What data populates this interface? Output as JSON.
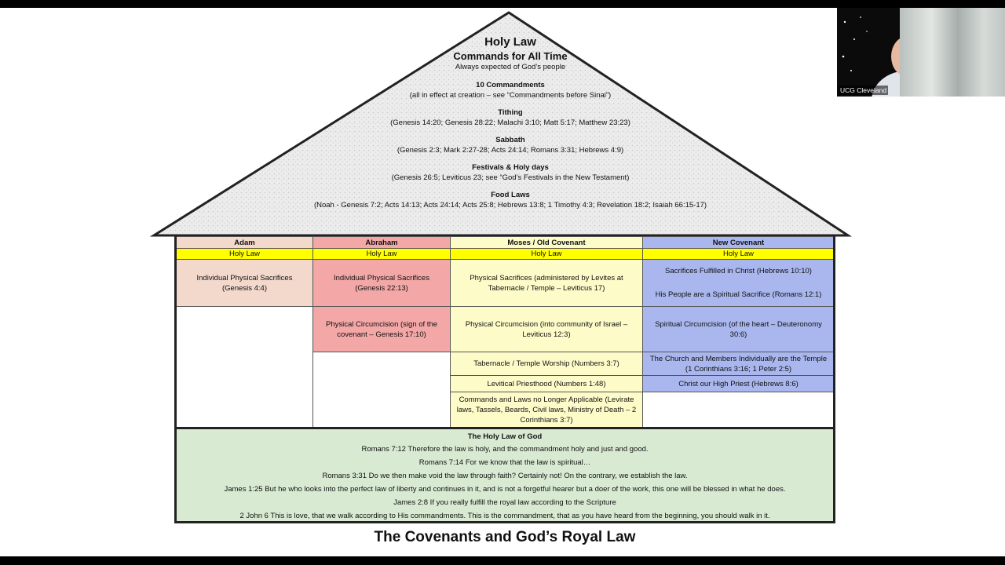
{
  "roof": {
    "title": "Holy Law",
    "subtitle": "Commands for All Time",
    "tagline": "Always expected of God’s people",
    "items": [
      {
        "heading": "10 Commandments",
        "refs": "(all in effect at creation – see “Commandments before Sinai”)"
      },
      {
        "heading": "Tithing",
        "refs": "(Genesis 14:20; Genesis 28:22; Malachi 3:10; Matt 5:17; Matthew 23:23)"
      },
      {
        "heading": "Sabbath",
        "refs": "(Genesis 2:3; Mark 2:27-28; Acts 24:14; Romans 3:31; Hebrews 4:9)"
      },
      {
        "heading": "Festivals & Holy days",
        "refs": "(Genesis 26:5; Leviticus 23; see “God’s Festivals in the New Testament)"
      },
      {
        "heading": "Food Laws",
        "refs": "(Noah - Genesis 7:2; Acts 14:13; Acts 24:14; Acts 25:8; Hebrews 13:8; 1 Timothy 4:3; Revelation 18:2; Isaiah 66:15-17)"
      }
    ]
  },
  "table": {
    "headers": [
      "Adam",
      "Abraham",
      "Moses / Old Covenant",
      "New Covenant"
    ],
    "holy_law": "Holy Law",
    "adam": {
      "sacrifices": "Individual Physical Sacrifices (Genesis 4:4)"
    },
    "abraham": {
      "sacrifices": "Individual Physical Sacrifices (Genesis 22:13)",
      "circumcision": "Physical Circumcision (sign of the covenant – Genesis 17:10)"
    },
    "moses": {
      "sacrifices": "Physical Sacrifices (administered by Levites at Tabernacle / Temple – Leviticus 17)",
      "circumcision": "Physical Circumcision (into community of Israel – Leviticus 12:3)",
      "worship": "Tabernacle / Temple Worship (Numbers 3:7)",
      "priesthood": "Levitical Priesthood (Numbers 1:48)",
      "no_longer": "Commands and Laws no Longer Applicable (Levirate laws, Tassels, Beards, Civil laws, Ministry of Death – 2 Corinthians 3:7)"
    },
    "new": {
      "fulfilled": "Sacrifices Fulfilled in Christ (Hebrews 10:10)",
      "spiritual_sacrifice": "His People are a Spiritual Sacrifice (Romans 12:1)",
      "circumcision": "Spiritual Circumcision (of the heart – Deuteronomy 30:6)",
      "temple": "The Church and Members Individually are the Temple (1 Corinthians 3:16; 1 Peter 2:5)",
      "priest": "Christ our High Priest (Hebrews 8:6)"
    }
  },
  "foundation": {
    "title": "The Holy Law of God",
    "lines": [
      "Romans 7:12 Therefore the law is holy, and the commandment holy and just and good.",
      "Romans 7:14 For we know that the law is spiritual…",
      "Romans 3:31  Do we then make void the law through faith? Certainly not! On the contrary, we establish the law.",
      "James 1:25 But he who looks into the perfect law of liberty and continues in it, and is not a forgetful hearer but a doer of the work, this one will be blessed in what he does.",
      "James 2:8 If you really fulfill the royal law according to the Scripture",
      "2 John 6  This is love, that we walk according to His commandments. This is the commandment, that as you have heard from the beginning, you should walk in it."
    ]
  },
  "caption": "The Covenants and God’s Royal Law",
  "video": {
    "participant": "UCG Cleveland"
  }
}
